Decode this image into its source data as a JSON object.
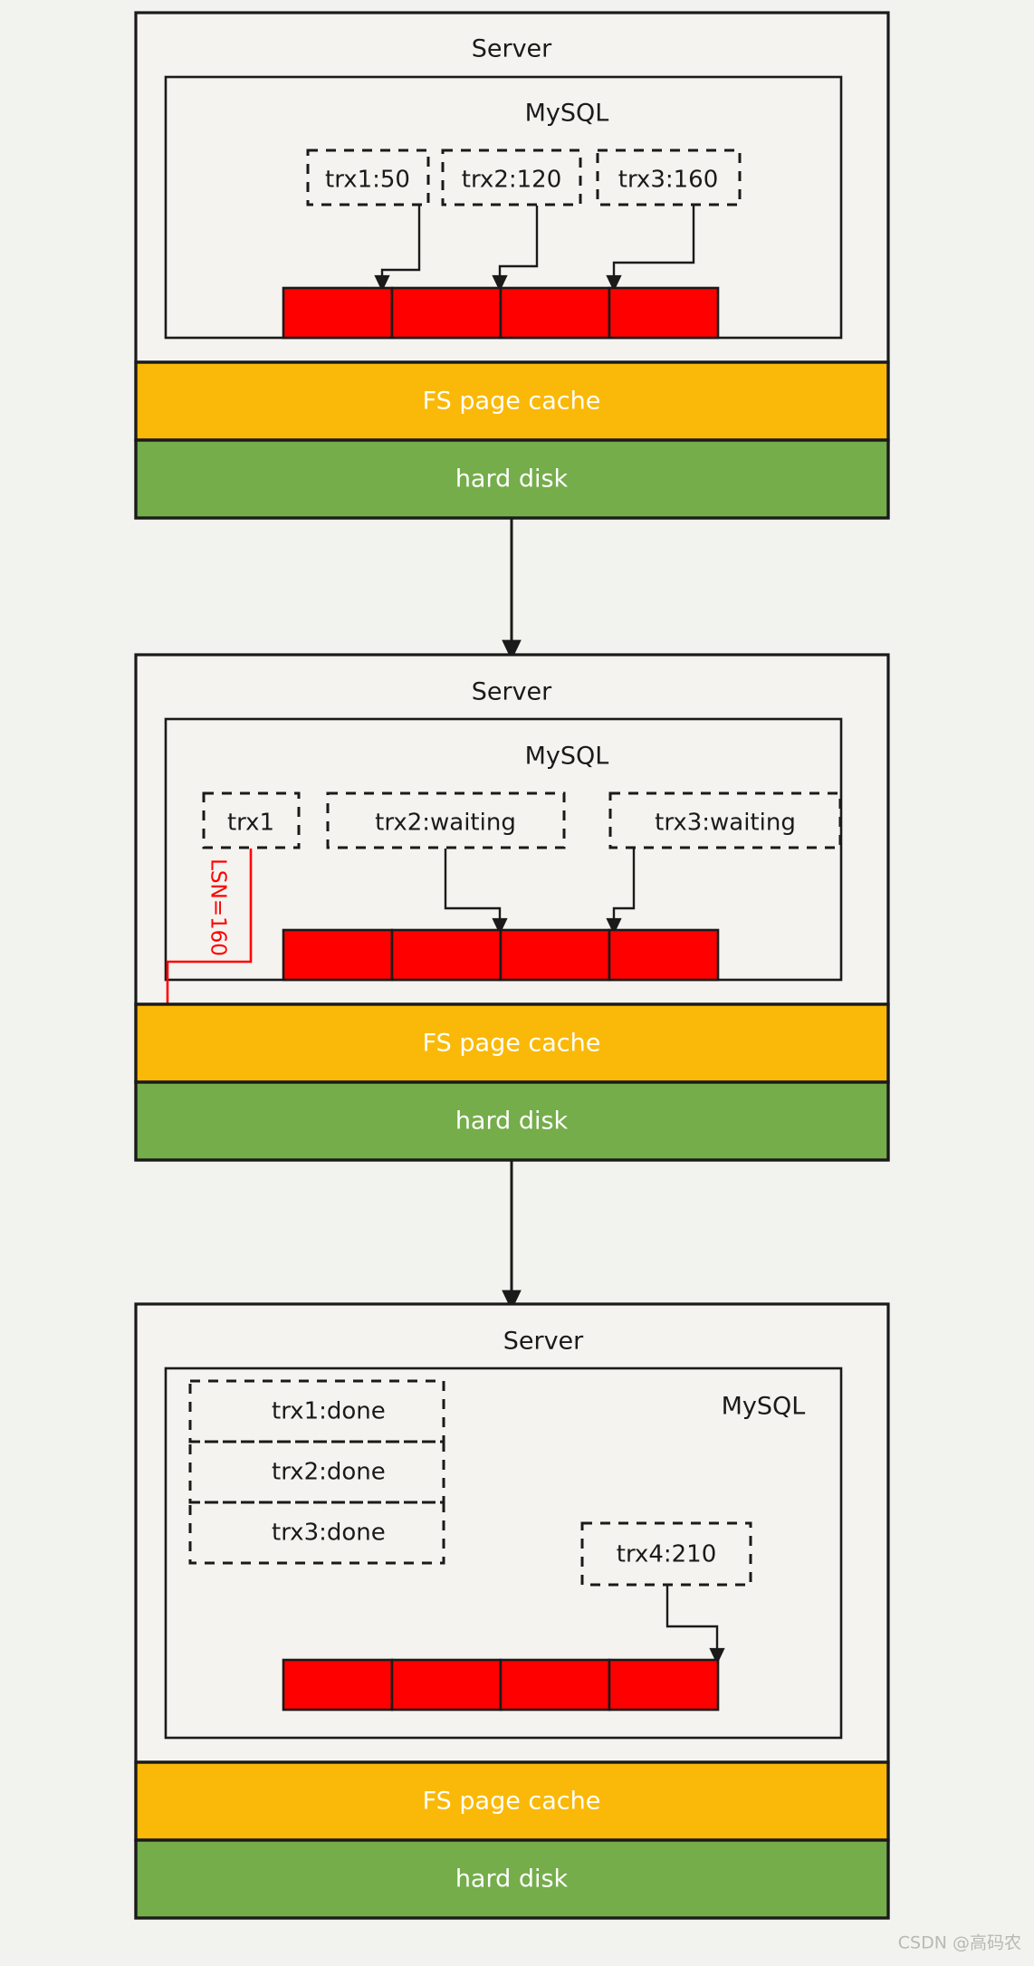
{
  "diagram": {
    "title_server": "Server",
    "title_mysql": "MySQL",
    "band_cache": "FS page cache",
    "band_disk": "hard disk",
    "watermark": "CSDN @高码农",
    "colors": {
      "background": "#f2f2ee",
      "panel_fill": "#f4f3ef",
      "stroke": "#1a1a1a",
      "redo_buffer": "#ff0000",
      "fs_page_cache": "#fab908",
      "hard_disk": "#74ad4a",
      "lsn_marker": "#ff0000",
      "band_text": "#ffffff",
      "watermark": "#b8b8b4"
    }
  },
  "panels": [
    {
      "id": "panel-1",
      "server_label": "Server",
      "mysql_label": "MySQL",
      "transactions": [
        {
          "label": "trx1:50"
        },
        {
          "label": "trx2:120"
        },
        {
          "label": "trx3:160"
        }
      ],
      "redo_log_cells": 4,
      "bands": [
        {
          "label": "FS page cache",
          "color": "#fab908"
        },
        {
          "label": "hard disk",
          "color": "#74ad4a"
        }
      ]
    },
    {
      "id": "panel-2",
      "server_label": "Server",
      "mysql_label": "MySQL",
      "transactions": [
        {
          "label": "trx1"
        },
        {
          "label": "trx2:waiting"
        },
        {
          "label": "trx3:waiting"
        }
      ],
      "lsn_label": "LSN=160",
      "redo_log_cells": 4,
      "bands": [
        {
          "label": "FS page cache",
          "color": "#fab908"
        },
        {
          "label": "hard disk",
          "color": "#74ad4a"
        }
      ]
    },
    {
      "id": "panel-3",
      "server_label": "Server",
      "mysql_label": "MySQL",
      "done_transactions": [
        {
          "label": "trx1:done"
        },
        {
          "label": "trx2:done"
        },
        {
          "label": "trx3:done"
        }
      ],
      "transactions": [
        {
          "label": "trx4:210"
        }
      ],
      "redo_log_cells": 4,
      "bands": [
        {
          "label": "FS page cache",
          "color": "#fab908"
        },
        {
          "label": "hard disk",
          "color": "#74ad4a"
        }
      ]
    }
  ]
}
